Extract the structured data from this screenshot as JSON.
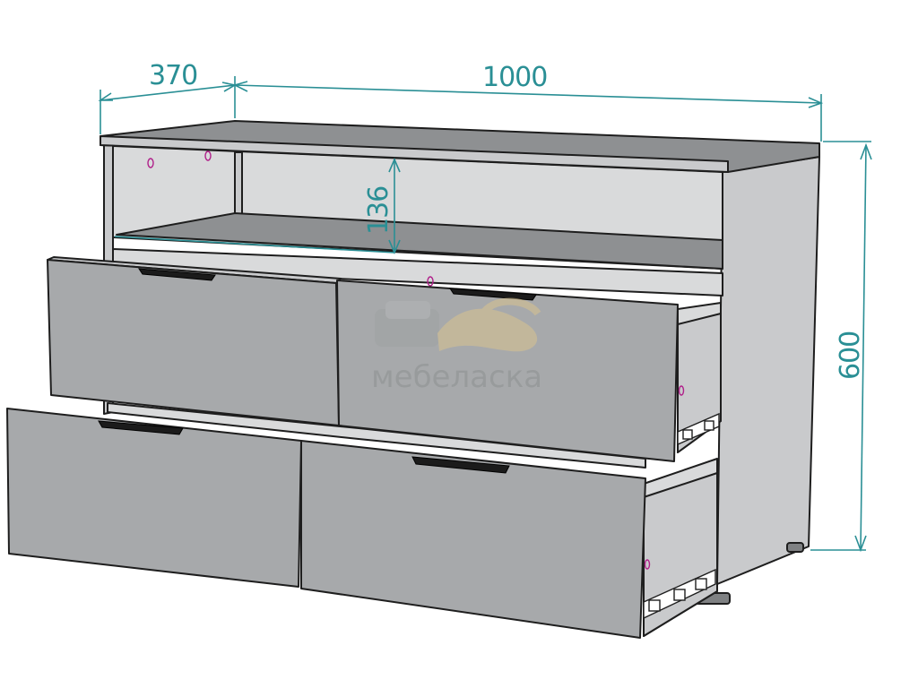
{
  "dimensions": {
    "depth": "370",
    "width": "1000",
    "shelf_height": "136",
    "height": "600"
  },
  "watermark": {
    "brand": "мебеласка"
  },
  "colors": {
    "dimension": "#2a8f95",
    "front": "#a7a9ab",
    "outline": "#1e1e1e"
  }
}
